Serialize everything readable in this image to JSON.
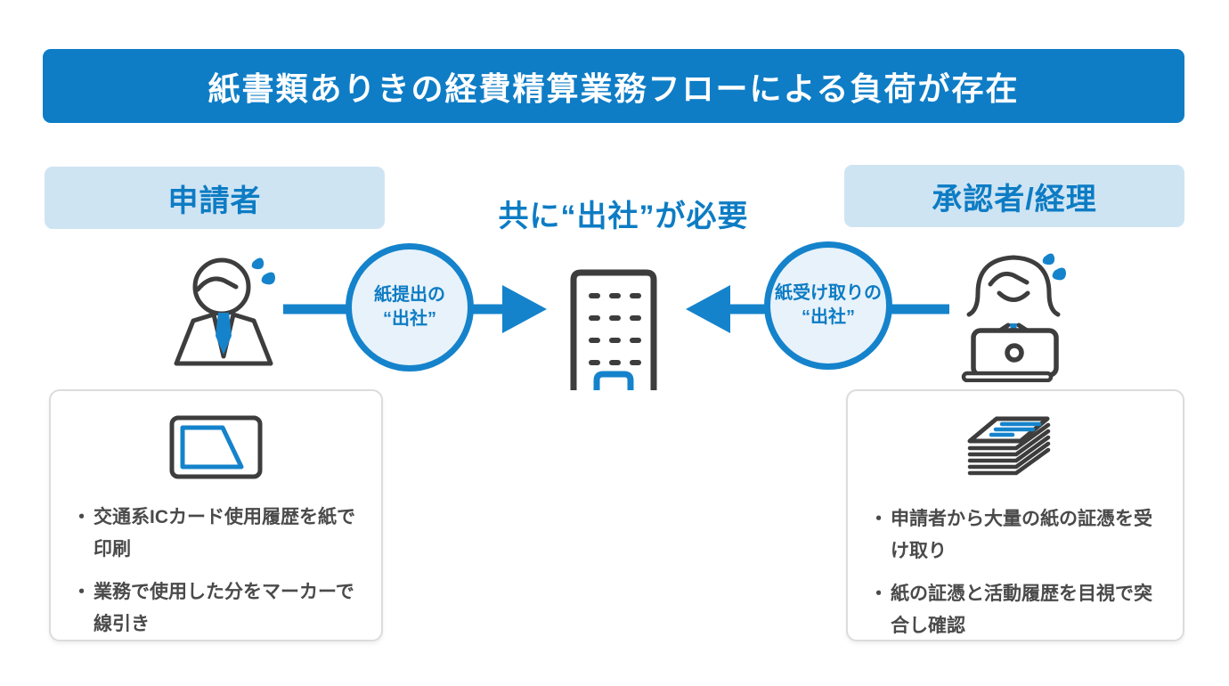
{
  "banner": {
    "title": "紙書類ありきの経費精算業務フローによる負荷が存在"
  },
  "roles": {
    "applicant": "申請者",
    "approver": "承認者/経理"
  },
  "center_note": "共に“出社”が必要",
  "flow": {
    "left_circle": {
      "line1": "紙提出の",
      "line2": "“出社”"
    },
    "right_circle": {
      "line1": "紙受け取りの",
      "line2": "“出社”"
    }
  },
  "cards": {
    "bullet_char": "・",
    "left": {
      "items": [
        "交通系ICカード使用履歴を紙で印刷",
        "業務で使用した分をマーカーで線引き"
      ]
    },
    "right": {
      "items": [
        "申請者から大量の紙の証憑を受け取り",
        "紙の証憑と活動履歴を目視で突合し確認"
      ]
    }
  },
  "icons": {
    "left_person": "sweating-businessman-icon",
    "right_person": "sweating-worker-laptop-icon",
    "center_building": "office-building-icon",
    "left_card": "ic-card-icon",
    "right_card": "paper-stack-icon",
    "left_arrow": "arrow-right-icon",
    "right_arrow": "arrow-left-icon"
  },
  "colors": {
    "banner_blue": "#0e7dc6",
    "accent_blue": "#1583cb",
    "text_blue": "#0d7cc4",
    "role_pill_bg": "#cfe4f3",
    "circle_fill": "#e8f2fa",
    "icon_gray": "#3d3d3d",
    "body_text_gray": "#4a4a4a",
    "card_border": "#dcdcdc",
    "background": "#ffffff"
  }
}
